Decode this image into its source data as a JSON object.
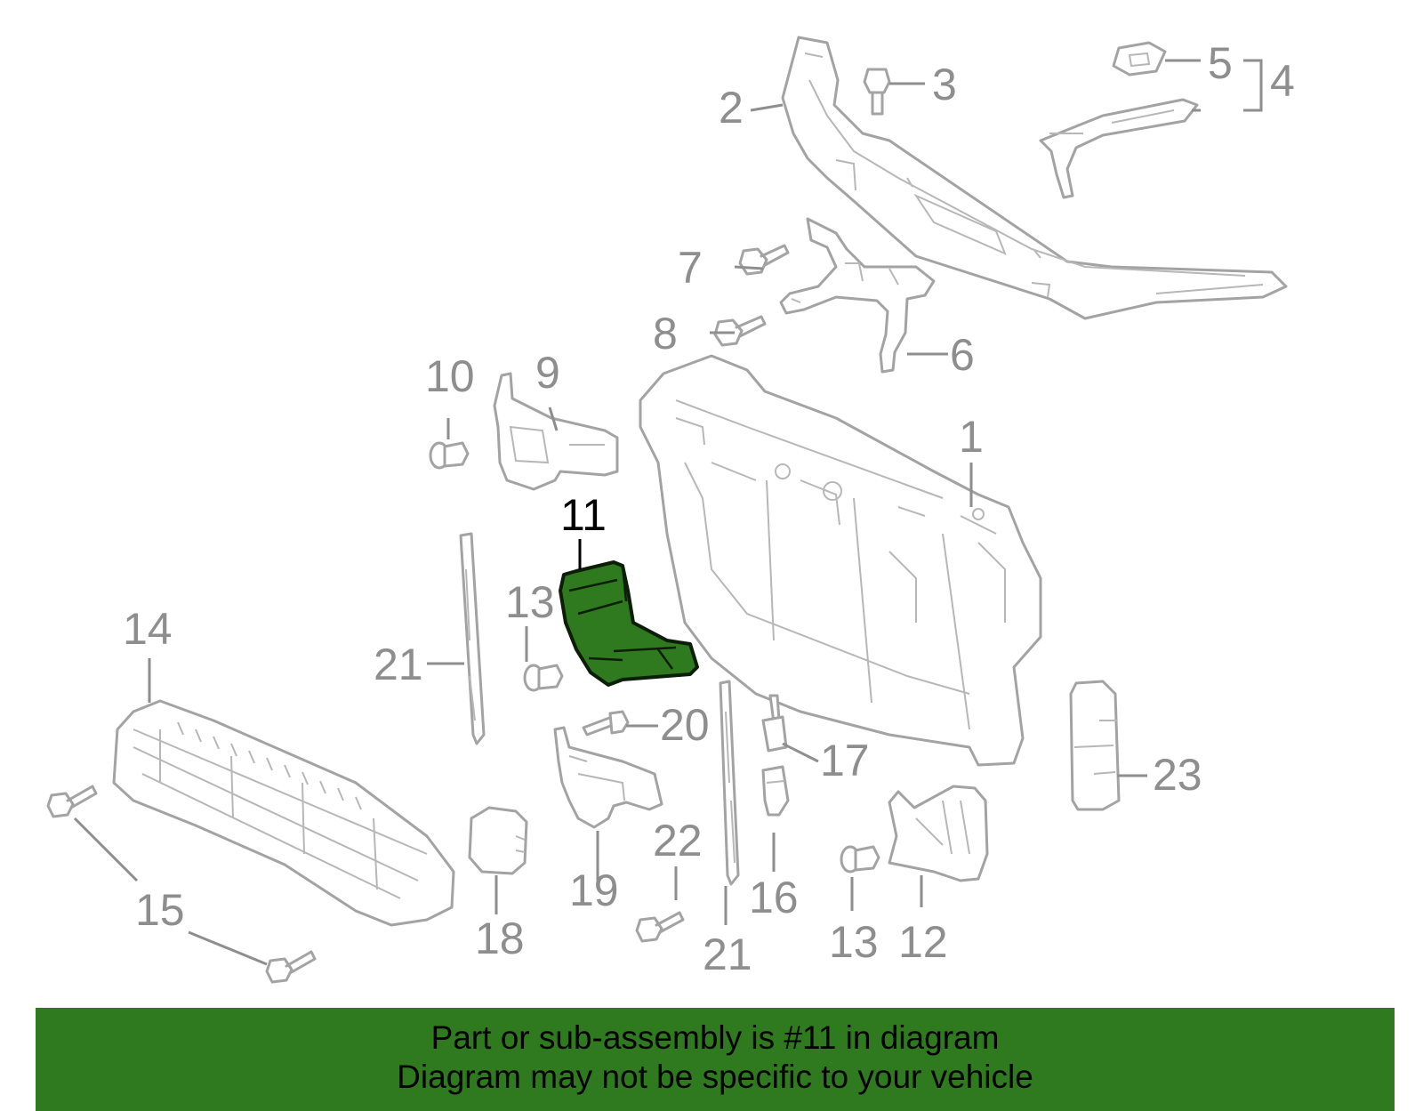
{
  "diagram": {
    "highlight_color": "#2f7a1e",
    "callout_color": "#8e8e8e",
    "highlighted_callout": "11",
    "callouts": {
      "c1": "1",
      "c2": "2",
      "c3": "3",
      "c4": "4",
      "c5": "5",
      "c6": "6",
      "c7": "7",
      "c8": "8",
      "c9": "9",
      "c10": "10",
      "c11": "11",
      "c12": "12",
      "c13a": "13",
      "c13b": "13",
      "c14": "14",
      "c15": "15",
      "c16": "16",
      "c17": "17",
      "c18": "18",
      "c19": "19",
      "c20": "20",
      "c21a": "21",
      "c21b": "21",
      "c22": "22",
      "c23": "23"
    }
  },
  "banner": {
    "line1": "Part or sub-assembly is #11 in diagram",
    "line2": "Diagram may not be specific to your vehicle"
  }
}
